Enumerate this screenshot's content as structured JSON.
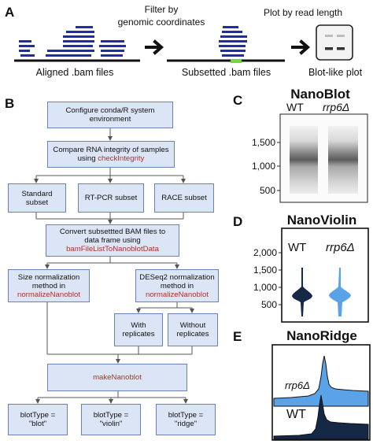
{
  "panels": {
    "a": "A",
    "b": "B",
    "c": "C",
    "d": "D",
    "e": "E"
  },
  "panel_a": {
    "filter_caption_1": "Filter by",
    "filter_caption_2": "genomic coordinates",
    "plot_caption": "Plot by read length",
    "aligned_label": "Aligned .bam files",
    "subsetted_label": "Subsetted .bam files",
    "blot_label": "Blot-like plot",
    "colors": {
      "reads": "#1f2ea8",
      "highlight": "#6ddc3a"
    }
  },
  "flowchart": {
    "configure_1": "Configure conda/R system",
    "configure_2": "environment",
    "compare_1": "Compare RNA integrity of samples",
    "compare_2": "using ",
    "compare_fn": "checkIntegrity",
    "standard_1": "Standard",
    "standard_2": "subset",
    "rtpcr": "RT-PCR subset",
    "race": "RACE subset",
    "convert_1": "Convert subsettted BAM files to",
    "convert_2": "data frame using",
    "convert_fn": "bamFileListToNanoblotData",
    "size_1": "Size normalization",
    "size_2": "method in",
    "size_fn": "normalizeNanoblot",
    "deseq_1": "DESeq2 normalization",
    "deseq_2": "method in",
    "deseq_fn": "normalizeNanoblot",
    "with_1": "With",
    "with_2": "replicates",
    "without_1": "Without",
    "without_2": "replicates",
    "make_fn": "makeNanoblot",
    "blot_1": "blotType =",
    "blot_2": "\"blot\"",
    "violin_1": "blotType =",
    "violin_2": "\"violin\"",
    "ridge_1": "blotType =",
    "ridge_2": "\"ridge\"",
    "colors": {
      "box_fill": "#dbe5f6",
      "box_border": "#6a82b3",
      "function_text": "#b2302c"
    }
  },
  "nanoblot": {
    "title": "NanoBlot",
    "wt": "WT",
    "mutant": "rrp6Δ",
    "ticks": [
      "1,500",
      "1,000",
      "500"
    ]
  },
  "nanoviolin": {
    "title": "NanoViolin",
    "wt": "WT",
    "mutant": "rrp6Δ",
    "ticks": [
      "2,000",
      "1,500",
      "1,000",
      "500"
    ],
    "colors": {
      "wt": "#152845",
      "mutant": "#5aa3e8"
    }
  },
  "nanoridge": {
    "title": "NanoRidge",
    "mutant": "rrp6Δ",
    "wt": "WT",
    "colors": {
      "wt": "#152845",
      "mutant": "#5aa3e8"
    }
  }
}
